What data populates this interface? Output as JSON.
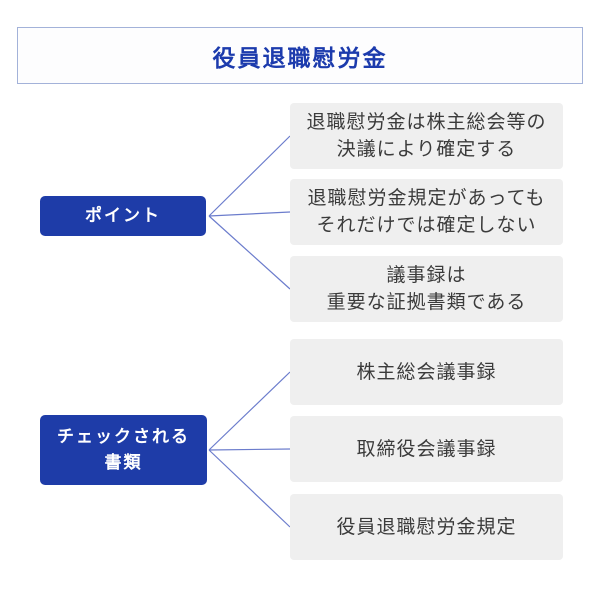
{
  "header": {
    "title": "役員退職慰労金"
  },
  "colors": {
    "title_text": "#1c3bad",
    "header_border": "#a3b2d9",
    "node_bg": "#1e3ca8",
    "node_text": "#ffffff",
    "leaf_bg": "#efefef",
    "leaf_text": "#3b3b3b",
    "connector_line": "#6b7ccc"
  },
  "groups": [
    {
      "label": "ポイント",
      "items": [
        {
          "text": "退職慰労金は株主総会等の\n決議により確定する"
        },
        {
          "text": "退職慰労金規定があっても\nそれだけでは確定しない"
        },
        {
          "text": "議事録は\n重要な証拠書類である"
        }
      ]
    },
    {
      "label": "チェックされる\n書類",
      "items": [
        {
          "text": "株主総会議事録"
        },
        {
          "text": "取締役会議事録"
        },
        {
          "text": "役員退職慰労金規定"
        }
      ]
    }
  ]
}
